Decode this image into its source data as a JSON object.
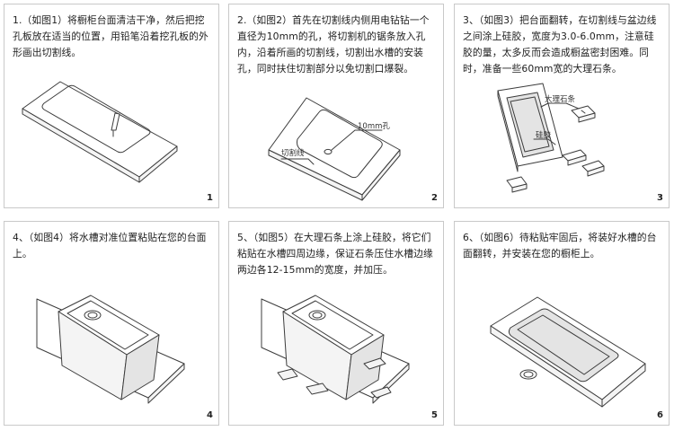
{
  "steps": [
    {
      "number": "1",
      "text": "1.（如图1）将橱柜台面清洁干净，然后把挖孔板放在适当的位置，用铅笔沿着挖孔板的外形画出切割线。"
    },
    {
      "number": "2",
      "text": "2.（如图2）首先在切割线内侧用电钻钻一个直径为10mm的孔，将切割机的锯条放入孔内，沿着所画的切割线，切割出水槽的安装孔，同时扶住切割部分以免切割口爆裂。",
      "labels": {
        "hole": "10mm孔",
        "cut_line": "切割线"
      }
    },
    {
      "number": "3",
      "text": "3、（如图3）把台面翻转，在切割线与盆边线之间涂上硅胶，宽度为3.0-6.0mm，注意硅胶的量，太多反而会造成橱盆密封困难。同时，准备一些60mm宽的大理石条。",
      "labels": {
        "marble": "大理石条",
        "silicone": "硅胶"
      }
    },
    {
      "number": "4",
      "text": "4、（如图4）将水槽对准位置粘贴在您的台面上。"
    },
    {
      "number": "5",
      "text": "5、（如图5）在大理石条上涂上硅胶，将它们粘贴在水槽四周边缘，保证石条压住水槽边缘两边各12-15mm的宽度，并加压。"
    },
    {
      "number": "6",
      "text": "6、（如图6）待粘贴牢固后，将装好水槽的台面翻转，并安装在您的橱柜上。"
    }
  ]
}
